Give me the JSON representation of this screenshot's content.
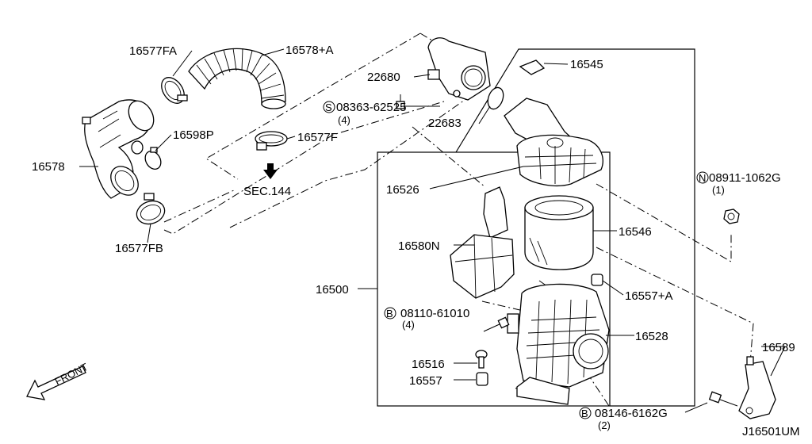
{
  "diagram_id": "J16501UM",
  "direction_label": "FRONT",
  "section_ref": "SEC.144",
  "parts": {
    "p16577FA": "16577FA",
    "p16578A": "16578+A",
    "p22680": "22680",
    "p16545": "16545",
    "p08363": "08363-62525",
    "p08363_qty": "(4)",
    "p22683": "22683",
    "p16598P": "16598P",
    "p16577F": "16577F",
    "p16578": "16578",
    "p08911": "08911-1062G",
    "p08911_qty": "(1)",
    "p16526": "16526",
    "p16577FB": "16577FB",
    "p16546": "16546",
    "p16580N": "16580N",
    "p16500": "16500",
    "p16557A": "16557+A",
    "p08110": "08110-61010",
    "p08110_qty": "(4)",
    "p16528": "16528",
    "p16589": "16589",
    "p16516": "16516",
    "p16557": "16557",
    "p08146": "08146-6162G",
    "p08146_qty": "(2)"
  },
  "prefixes": {
    "s_mark": "S",
    "n_mark": "N",
    "b_mark_1": "B",
    "b_mark_2": "B"
  }
}
